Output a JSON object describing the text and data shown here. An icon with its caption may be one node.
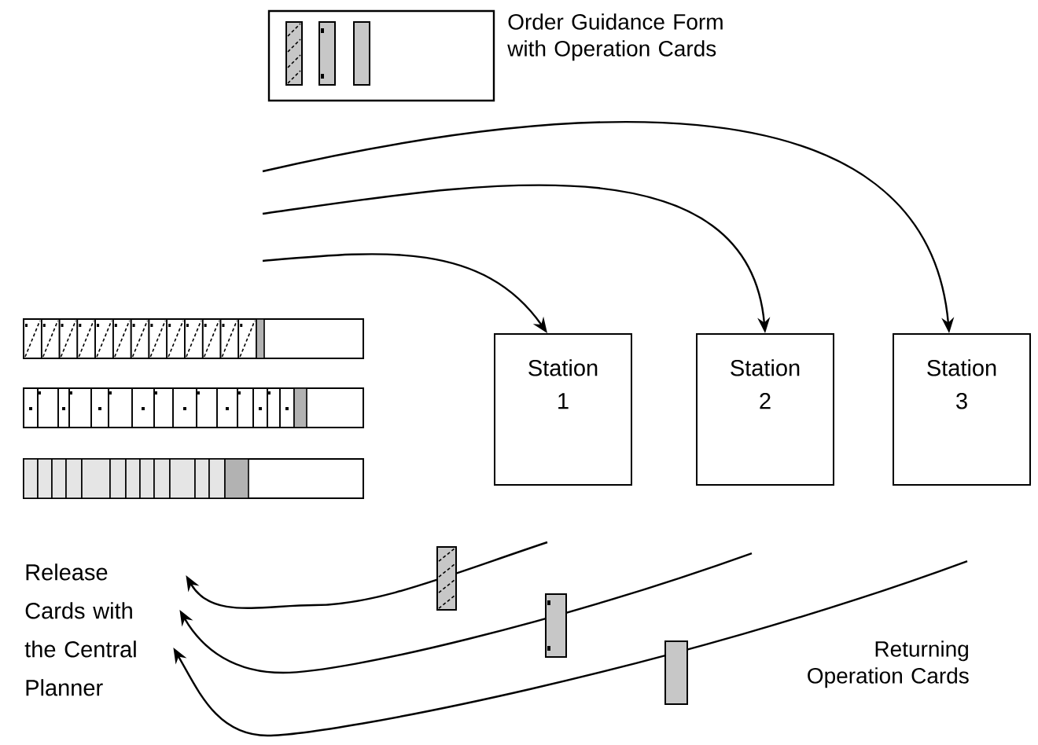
{
  "diagram": {
    "nodes": [
      {
        "text": [
          "Order Guidance Form with Operation Cards"
        ]
      },
      {
        "text": [
          "Station 1"
        ]
      },
      {
        "text": [
          "Station 2"
        ]
      },
      {
        "text": [
          "Station 3"
        ]
      },
      {
        "text": [
          "Release Cards with the Central Planner"
        ]
      }
    ],
    "edges": [
      {
        "from": null,
        "to": 1,
        "arrow": "to"
      },
      {
        "from": null,
        "to": 2,
        "arrow": "to"
      },
      {
        "from": null,
        "to": 3,
        "arrow": "to"
      },
      {
        "from": null,
        "to": 4,
        "arrow": "to"
      },
      {
        "from": null,
        "to": 4,
        "arrow": "to"
      },
      {
        "from": null,
        "to": 4,
        "arrow": "to"
      }
    ],
    "labels": [
      "Returning Operation Cards"
    ]
  }
}
